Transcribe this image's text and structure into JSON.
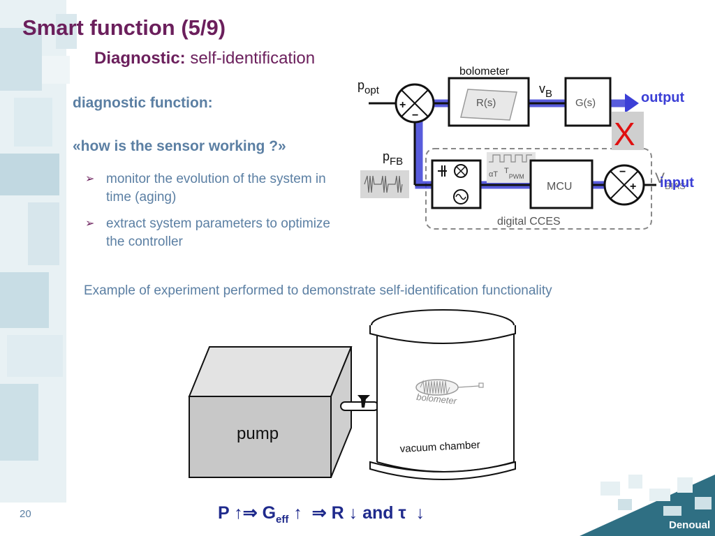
{
  "slide": {
    "title": "Smart function (5/9)",
    "subtitle_bold": "Diagnostic:",
    "subtitle_rest": " self-identification",
    "diag_heading": "diagnostic function:",
    "question": "«how is the sensor working ?»",
    "bullets": [
      "monitor the evolution of the system in time (aging)",
      "extract system parameters to optimize the controller"
    ],
    "example": "Example of experiment performed to demonstrate self-identification functionality",
    "page_number": "20",
    "author": "Denoual"
  },
  "diagram": {
    "bolometer_label": "bolometer",
    "p_opt": "p",
    "p_opt_sub": "opt",
    "v_b": "v",
    "v_b_sub": "B",
    "p_fb": "p",
    "p_fb_sub": "FB",
    "rs_label": "R(s)",
    "gs_label": "G(s)",
    "output_label": "output",
    "input_label": "input",
    "x_mark": "X",
    "mcu_label": "MCU",
    "alpha_t": "αT",
    "t_pwm": "T",
    "t_pwm_sub": "PWM",
    "v_bias": "V",
    "v_bias_sub": "BIAS",
    "ces_label": "digital CCES",
    "plus": "+",
    "minus": "−"
  },
  "illustration": {
    "pump_label": "pump",
    "chamber_label": "vacuum chamber",
    "bolometer_label": "bolometer"
  },
  "formula": {
    "p": "P",
    "up1": "↑⇒",
    "g": "G",
    "g_sub": "eff",
    "up2": "↑",
    "implies": "⇒",
    "r": "R",
    "down1": "↓",
    "and": "and",
    "tau": "τ",
    "down2": "↓"
  },
  "colors": {
    "title": "#6b1f5c",
    "body_text": "#5b7fa3",
    "accent_blue": "#3b3fd6",
    "formula": "#1f2a8c",
    "x_mark": "#e01010"
  }
}
